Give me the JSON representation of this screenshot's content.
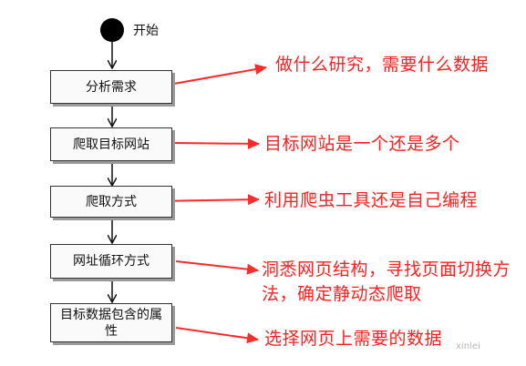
{
  "diagram": {
    "start_label": "开始",
    "steps": [
      {
        "label": "分析需求"
      },
      {
        "label": "爬取目标网站"
      },
      {
        "label": "爬取方式"
      },
      {
        "label": "网址循环方式"
      },
      {
        "label": "目标数据包含的属性"
      }
    ],
    "notes": [
      {
        "text": "做什么研究，需要什么数据"
      },
      {
        "text": "目标网站是一个还是多个"
      },
      {
        "text": "利用爬虫工具还是自己编程"
      },
      {
        "text": "洞悉网页结构，寻找页面切换方法，确定静动态爬取"
      },
      {
        "text": "选择网页上需要的数据"
      }
    ],
    "watermark": "xinlei",
    "colors": {
      "arrow": "#ff2a2a",
      "note": "#ff1f1f",
      "box_border": "#333333",
      "start_dot": "#000000"
    }
  }
}
